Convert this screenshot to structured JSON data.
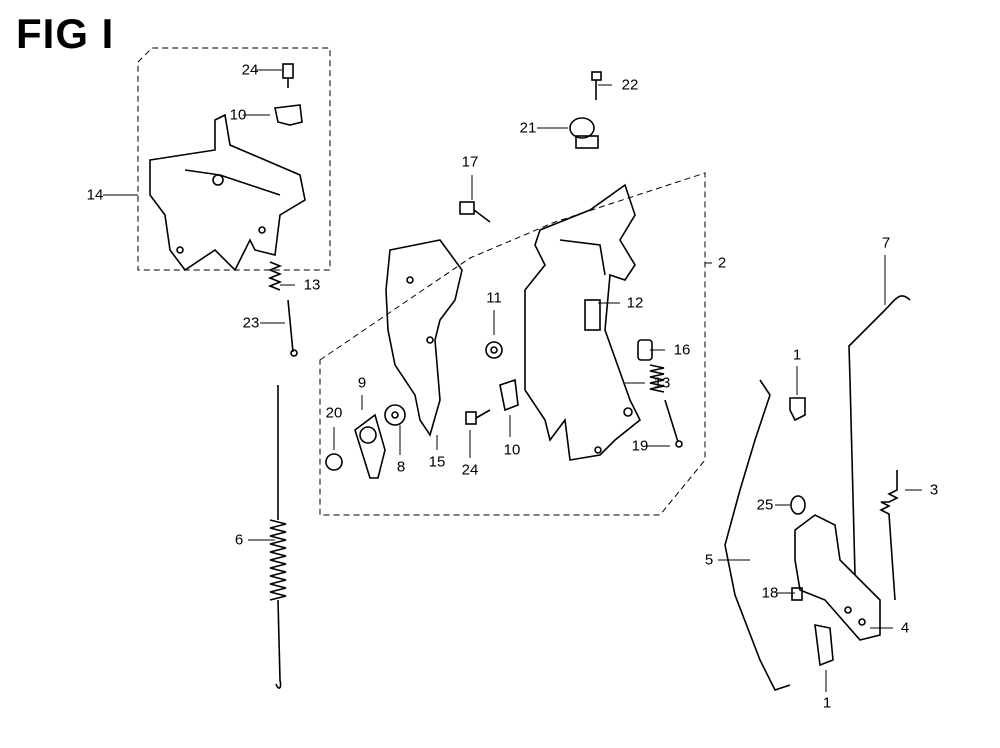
{
  "title": "FIG I",
  "callouts": [
    {
      "id": "c-24a",
      "text": "24"
    },
    {
      "id": "c-10a",
      "text": "10"
    },
    {
      "id": "c-14",
      "text": "14"
    },
    {
      "id": "c-13a",
      "text": "13"
    },
    {
      "id": "c-23",
      "text": "23"
    },
    {
      "id": "c-22",
      "text": "22"
    },
    {
      "id": "c-21",
      "text": "21"
    },
    {
      "id": "c-17",
      "text": "17"
    },
    {
      "id": "c-2",
      "text": "2"
    },
    {
      "id": "c-11",
      "text": "11"
    },
    {
      "id": "c-12",
      "text": "12"
    },
    {
      "id": "c-16",
      "text": "16"
    },
    {
      "id": "c-13b",
      "text": "13"
    },
    {
      "id": "c-9",
      "text": "9"
    },
    {
      "id": "c-20",
      "text": "20"
    },
    {
      "id": "c-8",
      "text": "8"
    },
    {
      "id": "c-15",
      "text": "15"
    },
    {
      "id": "c-24b",
      "text": "24"
    },
    {
      "id": "c-10b",
      "text": "10"
    },
    {
      "id": "c-19",
      "text": "19"
    },
    {
      "id": "c-7",
      "text": "7"
    },
    {
      "id": "c-1a",
      "text": "1"
    },
    {
      "id": "c-3",
      "text": "3"
    },
    {
      "id": "c-25",
      "text": "25"
    },
    {
      "id": "c-5",
      "text": "5"
    },
    {
      "id": "c-18",
      "text": "18"
    },
    {
      "id": "c-4",
      "text": "4"
    },
    {
      "id": "c-1b",
      "text": "1"
    },
    {
      "id": "c-6",
      "text": "6"
    }
  ]
}
